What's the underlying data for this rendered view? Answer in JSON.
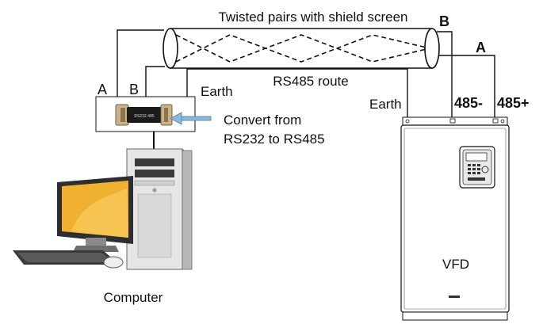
{
  "labels": {
    "cable": "Twisted pairs with shield screen",
    "route": "RS485 route",
    "converter_line1": "Convert from",
    "converter_line2": "RS232 to RS485",
    "computer": "Computer",
    "vfd": "VFD",
    "earth_left": "Earth",
    "earth_right": "Earth",
    "terminal_a_left": "A",
    "terminal_b_left": "B",
    "terminal_b_right": "B",
    "terminal_a_right": "A",
    "terminal_485_minus": "485-",
    "terminal_485_plus": "485+"
  },
  "converter_device_text": "RS232-485",
  "colors": {
    "line": "#111111",
    "converter_body": "#1b1b1b",
    "converter_connector": "#c9b48a",
    "computer_screen": "#f0b030",
    "vfd_body": "#ffffff",
    "arrow": "#8fb8d6"
  },
  "icons": [
    "computer-icon",
    "converter-icon",
    "vfd-icon",
    "keypad-icon",
    "arrow-icon"
  ]
}
